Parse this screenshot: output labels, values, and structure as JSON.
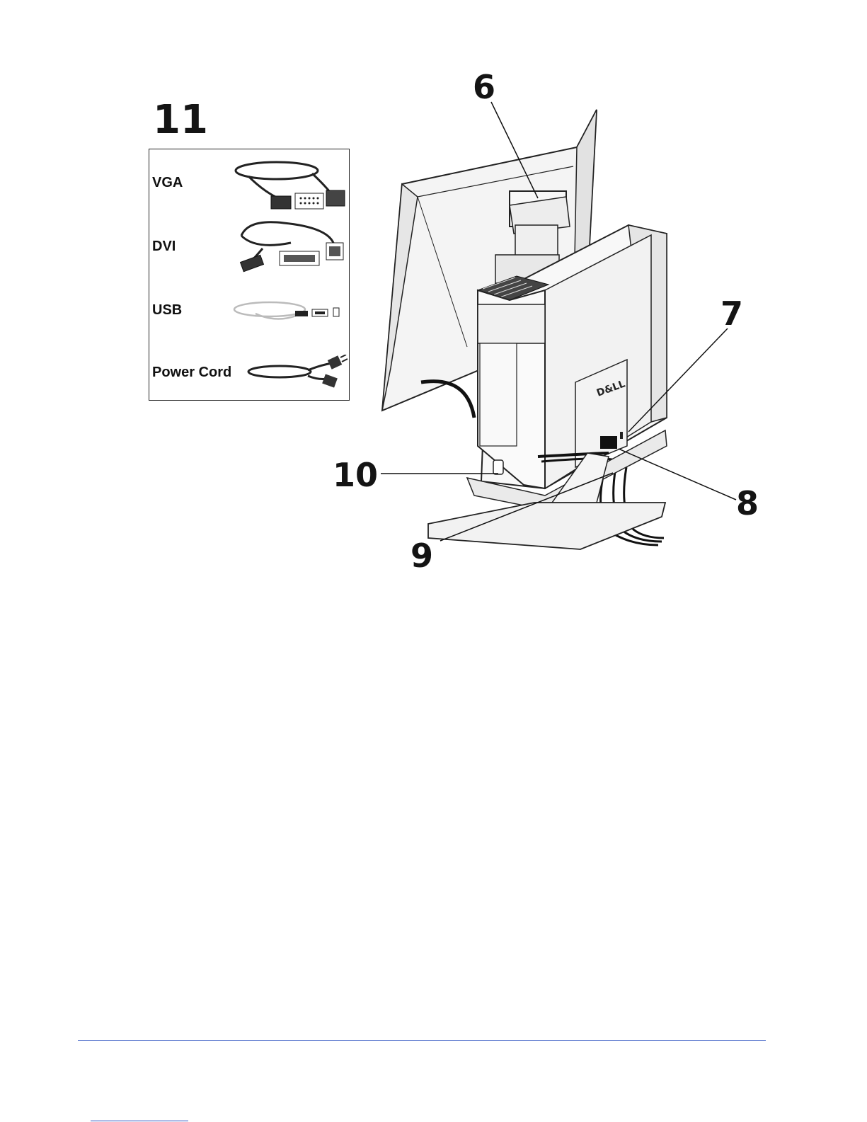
{
  "callouts": {
    "c6": "6",
    "c7": "7",
    "c8": "8",
    "c9": "9",
    "c10": "10",
    "c11": "11"
  },
  "cables": [
    {
      "label": "VGA",
      "icon": "vga-cable-icon"
    },
    {
      "label": "DVI",
      "icon": "dvi-cable-icon"
    },
    {
      "label": "USB",
      "icon": "usb-cable-icon"
    },
    {
      "label": "Power Cord",
      "icon": "power-cord-icon"
    }
  ],
  "logo_text": "D&LL",
  "colors": {
    "rule": "#2a4fbf",
    "ink": "#141414"
  }
}
